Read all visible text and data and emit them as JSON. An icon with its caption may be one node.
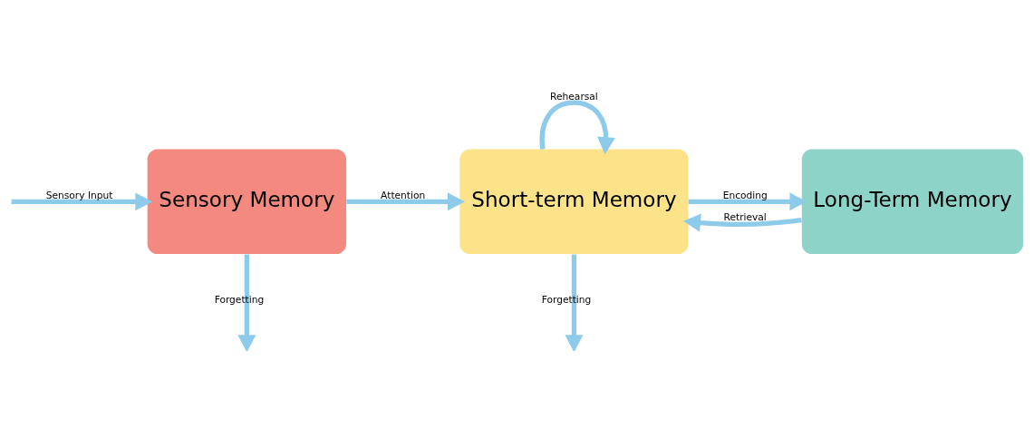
{
  "diagram": {
    "nodes": [
      {
        "text": [
          "Sensory Memory"
        ]
      },
      {
        "text": [
          "Short-term Memory"
        ]
      },
      {
        "text": [
          "Long-Term Memory"
        ]
      }
    ],
    "edges": [
      {
        "from": null,
        "to": 0,
        "arrow": "to",
        "label": "Sensory Input"
      },
      {
        "from": 0,
        "to": 1,
        "arrow": "to",
        "label": "Attention"
      },
      {
        "from": 1,
        "to": 2,
        "arrow": "to",
        "label": "Encoding"
      },
      {
        "from": 2,
        "to": 1,
        "arrow": "to",
        "label": "Retrieval"
      },
      {
        "from": 1,
        "to": 1,
        "arrow": "to",
        "label": "Rehearsal"
      },
      {
        "from": 0,
        "to": null,
        "arrow": "to",
        "label": "Forgetting"
      },
      {
        "from": 1,
        "to": null,
        "arrow": "to",
        "label": "Forgetting"
      }
    ]
  }
}
